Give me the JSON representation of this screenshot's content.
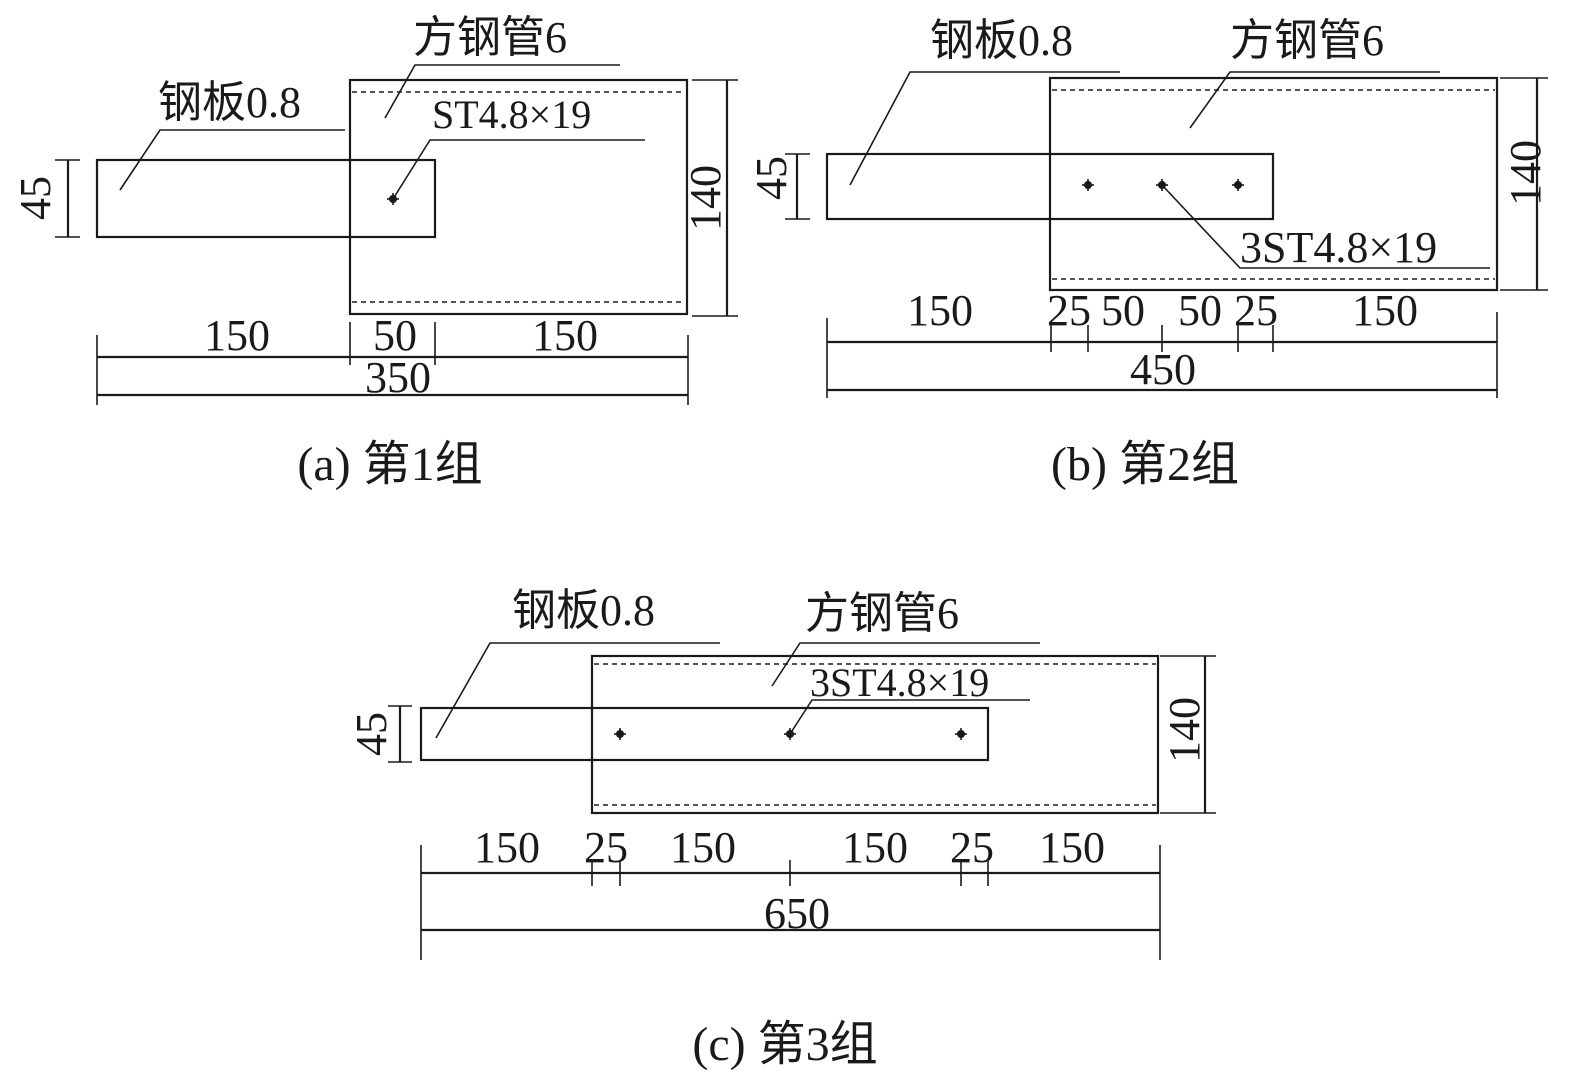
{
  "figure_a": {
    "caption": "(a) 第1组",
    "plate_label": "钢板0.8",
    "tube_label": "方钢管6",
    "screw_label": "ST4.8×19",
    "dim_plate_width": "45",
    "dim_tube_width": "140",
    "dim_bottom": [
      "150",
      "50",
      "150"
    ],
    "dim_total": "350"
  },
  "figure_b": {
    "caption": "(b) 第2组",
    "plate_label": "钢板0.8",
    "tube_label": "方钢管6",
    "screw_label": "3ST4.8×19",
    "dim_plate_width": "45",
    "dim_tube_width": "140",
    "dim_bottom": [
      "150",
      "25",
      "50",
      "50",
      "25",
      "150"
    ],
    "dim_total": "450"
  },
  "figure_c": {
    "caption": "(c) 第3组",
    "plate_label": "钢板0.8",
    "tube_label": "方钢管6",
    "screw_label": "3ST4.8×19",
    "dim_plate_width": "45",
    "dim_tube_width": "140",
    "dim_bottom": [
      "150",
      "25",
      "150",
      "150",
      "25",
      "150"
    ],
    "dim_total": "650"
  }
}
